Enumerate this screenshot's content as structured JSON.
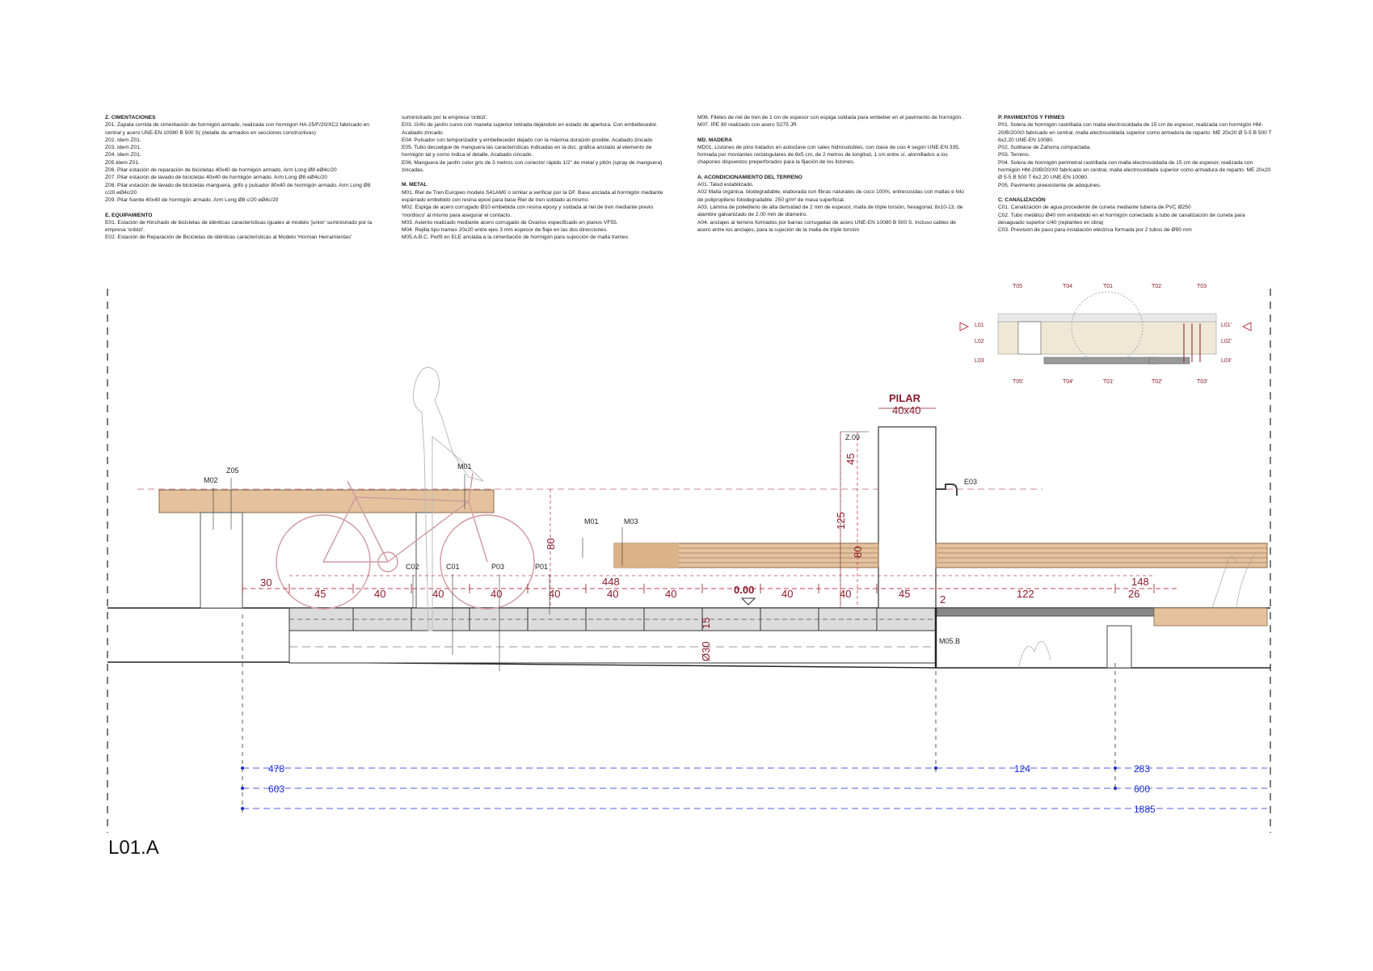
{
  "notes": {
    "col1": [
      {
        "h": "Z.        CIMENTACIONES"
      },
      {
        "t": "Z01. Zapata corrida de cimentación de hormigón armado, realizada con hormigon HA-25/F/20/XC2 fabricado en central y acero UNE-EN 10080 B 500 S( (detalle de armados en secciones constructivas)"
      },
      {
        "t": "Z02. Idem Z01."
      },
      {
        "t": "Z03. Idem Z01."
      },
      {
        "t": "Z04. Idem Z01."
      },
      {
        "t": "Z05.Idem Z01."
      },
      {
        "t": "Z06. Pilar estación de reparación de bicicletas 40x40 de hormigón armado. Arm Long Ø8 eØ4c/20"
      },
      {
        "t": "Z07. Pilar estación de lavado de bicicletas 40x40 de hormigón armado. Arm Long Ø8 eØ4c/20"
      },
      {
        "t": "Z08. Pilar estación de lavado de bicicletas manguera, grifo y pulsador  80x40 de hormigón armado. Arm Long Ø8 c/20 eØ4c/20"
      },
      {
        "t": "Z09. Pilar fuente 40x40 de hormigón armado. Arm Long Ø8 c/20 eØ4c/20"
      },
      {
        "sp": true
      },
      {
        "h": "E.        EQUIPAMIENTO"
      },
      {
        "t": "E01. Estación de Hinchado de bicicletas de idénticas características iguales al modelo 'junior' suministrado por la empresa 'onbizi'."
      },
      {
        "t": "E02. Estación de Reparación de Bicicletas de idénticas características al Modelo 'Horman Herramientas'"
      }
    ],
    "col2": [
      {
        "t": "suministrado por la empresa 'onbizi'."
      },
      {
        "t": "E03. Grifo de jardín curvo con maneta superior retirada dejándolo en estado de apertura. Con embellecedor. Acabado zincado."
      },
      {
        "t": "E04. Pulsador con temporizador y embellecedor dejado con la máxima duración posible. Acabado zincado"
      },
      {
        "t": "E05. Tubo decuelgue de manguera las características indicadas en la doc. gráfica anclado al elemento de hormigón tal y como indica el detalle. Acabado cincado."
      },
      {
        "t": "E06. Manguera de jardín color gris de 3 metros con conector rápido 1/2\" de metal y pitón (spray de manguera) zincadas."
      },
      {
        "sp": true
      },
      {
        "h": "M.        METAL"
      },
      {
        "t": "M01.  Riel de Tren Europeo modelo S41AM0 o similar a verificar por la DF. Base anclada al hormigón mediante espárrado embebido con resina epoxi para base Riel de tren soldado al.mismo."
      },
      {
        "t": "M02. Espiga de acero corrugado Ø10 embebida con resina epoxy y soldada al riel de tren mediante previo 'mordisco' al mismo para asegurar el contacto."
      },
      {
        "t": "M03. Asiento realizado mediante acero corrugado de Ovarios especificado en planos VF55."
      },
      {
        "t": "M04. Rejilla tipo tramex 20x20 entre ejes 3 mm espesor de flaje en las dos direcciones."
      },
      {
        "t": "M05.A.B.C. Perfil en ELE anclada a la cimentación de hormigón para sujección de malla tramex."
      }
    ],
    "col3": [
      {
        "t": "M06. Filetes de riel de tren de 1 cm de espesor con espiga soldada para embeber en el pavimento de hormigón."
      },
      {
        "t": "M07. IPE 80 realizado con acero S275 JR"
      },
      {
        "sp": true
      },
      {
        "h": "MD.      MADERA"
      },
      {
        "t": "MD01. Listones de pino tratados en autoclave con sales hidrosolubles, con clase de uso 4 según UNE-EN 335, formada por montantes rectangulares de 6x5 cm, de 2 metros de longitud, 1 cm entre sí, atornillados a los chapones dispuestos preperforados para la fijación de los listones."
      },
      {
        "sp": true
      },
      {
        "h": "A.        ACONDICIONAMIENTO DEL TERRENO"
      },
      {
        "t": "A01. Talud estabilizado."
      },
      {
        "t": "A02 Malla orgánica, biodegradable, elaborada con fibras naturales de coco 100%, entrecosidas con mallas e hilo de polipropileno fotodegradable. 250 g/m² de masa superficial."
      },
      {
        "t": "A03. Lámina de polietileno de alta densidad de 2 mm de espesor, malla de triple torsión, hexagonal, 8x10-13, de alambre galvanizado de 2.00 mm de diámetro."
      },
      {
        "t": "A04. anclajes al terreno formados por barras corrugadas de acero UNE-EN 10080 B 500 S. Incluso cables de acero entre los anclajes, para la sujeción de la malla de triple torsión"
      }
    ],
    "col4": [
      {
        "h": "P.        PAVIMENTOS Y FIRMES"
      },
      {
        "t": "P01. Solera de hormigón rastrillada con malla electrosoldada de 15 cm de espesor, realizada con hormigón HM-20/B/20/X0 fabricado en central, malla electrosoldada superior como armadura de reparto. ME 20x20 Ø 5-5 B 500 T 6x2.20 UNE-EN 10080."
      },
      {
        "t": "P02. Subbase de Zahorra compactada."
      },
      {
        "t": "P03. Terreno."
      },
      {
        "t": "P04.  Solera de hormigón perimetral rastrillada con malla electrosoldada de 15 cm de espesor, realizada con hormigón HM-20/B/20/X0 fabricado en central, malla electrosoldada superior como armadura de reparto. ME 20x20 Ø 5-5 B 500 T 6x2.20 UNE-EN 10080."
      },
      {
        "t": "P05. Pavimento preexistente de adoquines."
      },
      {
        "sp": true
      },
      {
        "h": "C.        CANALIZACIÓN"
      },
      {
        "t": "C01. Canalización de agua procedente de cuneta mediante tubería de PVC Ø250"
      },
      {
        "t": "C02. Tubo metálico Ø40 mm embebido en el hormigón conectado a tubo de canalización de cuneta para desaguado superior c/40 (replanteo en obra)"
      },
      {
        "t": "C03. Previsión de paso para instalación eléctrica formada por 2 tubos de Ø90 mm"
      }
    ]
  },
  "drawing": {
    "title": "L01.A",
    "pilar_label": "PILAR",
    "pilar_size": "40x40",
    "element_labels": {
      "m02": "M02",
      "z05": "Z05",
      "m01_bike": "M01",
      "m01_rail": "M01",
      "m03": "M03",
      "c02": "C02",
      "c01": "C01",
      "p03": "P03",
      "p01": "P01",
      "z09": "Z.09",
      "e03": "E03",
      "m05b": "M05.B"
    },
    "dims_row": {
      "d30": "30",
      "d45a": "45",
      "d40a": "40",
      "d40b": "40",
      "d40c": "40",
      "d40d": "40",
      "d448": "448",
      "d40e": "40",
      "d40f": "40",
      "level": "0.00",
      "d40g": "40",
      "d40h": "40",
      "d45b": "45",
      "d2": "2",
      "d122": "122",
      "d148": "148",
      "d26": "26"
    },
    "dims_vert": {
      "v80": "80",
      "v45": "45",
      "v125": "125",
      "v80b": "80",
      "v15": "15",
      "v30": "Ø30"
    },
    "blue_dims": {
      "b478": "478",
      "b124": "124",
      "b283": "283",
      "b603": "603",
      "b600": "600",
      "b1885": "1885"
    },
    "keyplan": {
      "top": [
        "T05",
        "T04",
        "T01",
        "T02",
        "T03"
      ],
      "bottom": [
        "T05'",
        "T04'",
        "T01'",
        "T02'",
        "T03'"
      ],
      "left": [
        "L01",
        "L02",
        "L03"
      ],
      "right": [
        "L01'",
        "L02'",
        "L03'"
      ]
    }
  },
  "colors": {
    "dim": "#8b1a2b",
    "blue": "#1a2bd6",
    "wood": "#e4c29d",
    "concrete": "#dcdcdc"
  }
}
